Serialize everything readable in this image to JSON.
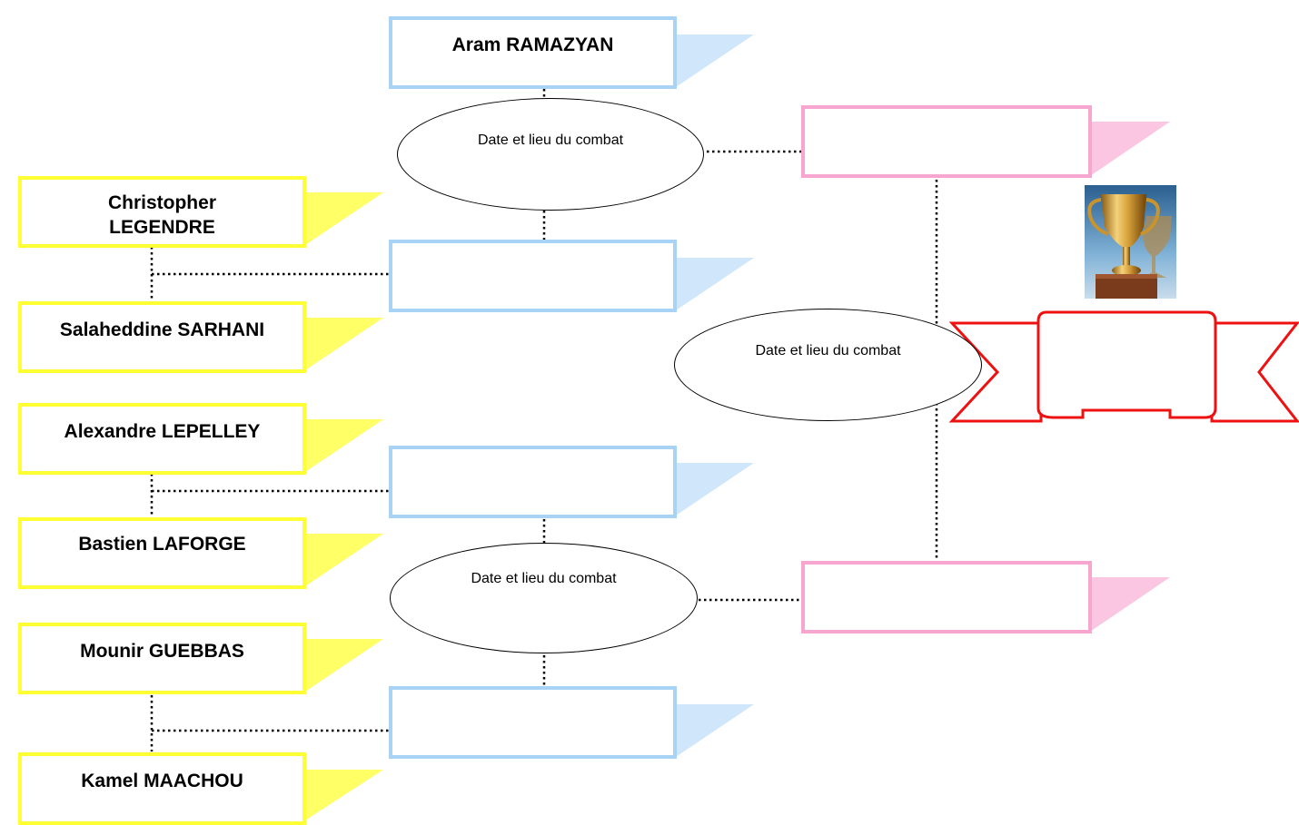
{
  "colors": {
    "yellow_border": "#ffff33",
    "yellow_flag": "#ffff66",
    "blue_border": "#a9d3f5",
    "blue_flag": "#cfe6fb",
    "pink_border": "#f7a6cf",
    "pink_flag": "#fbc6e2",
    "ribbon": "#ee1111",
    "connector": "#000000"
  },
  "icons": {
    "trophy": "trophy-icon",
    "banner": "ribbon-banner"
  },
  "bracket": {
    "round1": [
      {
        "name": "Christopher LEGENDRE"
      },
      {
        "name": "Salaheddine SARHANI"
      },
      {
        "name": "Alexandre LEPELLEY"
      },
      {
        "name": "Bastien LAFORGE"
      },
      {
        "name": "Mounir GUEBBAS"
      },
      {
        "name": "Kamel MAACHOU"
      }
    ],
    "round2": [
      {
        "name": "Aram RAMAZYAN"
      },
      {
        "name": ""
      },
      {
        "name": ""
      },
      {
        "name": ""
      }
    ],
    "round3": [
      {
        "name": ""
      },
      {
        "name": ""
      }
    ],
    "final": {
      "name": ""
    },
    "match_labels": [
      "Date et lieu du combat",
      "Date et lieu du combat",
      "Date et lieu du combat"
    ]
  }
}
